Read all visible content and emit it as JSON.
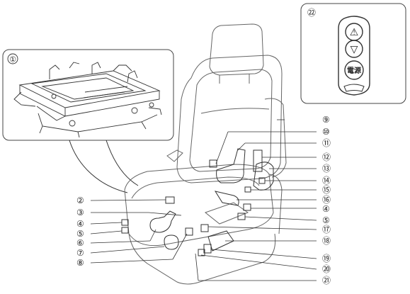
{
  "inset_seat_frame": {
    "label": "①"
  },
  "inset_remote": {
    "label": "㉒",
    "buttons": [
      {
        "name": "seat-up-button",
        "glyph": "⚠"
      },
      {
        "name": "seat-down-button",
        "glyph": "▽"
      },
      {
        "name": "power-button",
        "text": "電源"
      }
    ]
  },
  "callouts_right": [
    "⑨",
    "⑩",
    "⑪",
    "⑫",
    "⑬",
    "⑭",
    "⑮",
    "⑯",
    "④",
    "⑤",
    "⑰",
    "⑱",
    "⑲",
    "⑳",
    "㉑"
  ],
  "callouts_left": [
    "②",
    "③",
    "④",
    "⑤",
    "⑥",
    "⑦",
    "⑧"
  ]
}
